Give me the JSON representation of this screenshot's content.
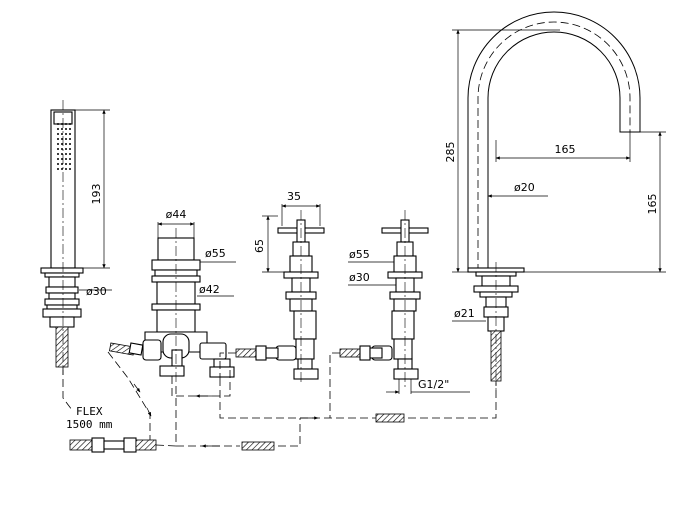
{
  "diagram": {
    "dimensions": {
      "handshower_length": "193",
      "handshower_base_dia": "ø30",
      "diverter_top_dia": "ø44",
      "diverter_body_dia": "ø55",
      "diverter_lower_dia": "ø42",
      "valve_handle_width": "35",
      "valve_height": "65",
      "valve_flange_dia": "ø55",
      "valve_base_dia": "ø30",
      "connection_thread": "G1/2\"",
      "spout_height": "285",
      "spout_reach": "165",
      "spout_tube_dia": "ø20",
      "spout_outlet_height": "165",
      "spout_base_dia": "ø21"
    },
    "hose_note": {
      "line1": "FLEX",
      "line2": "1500 mm"
    }
  }
}
